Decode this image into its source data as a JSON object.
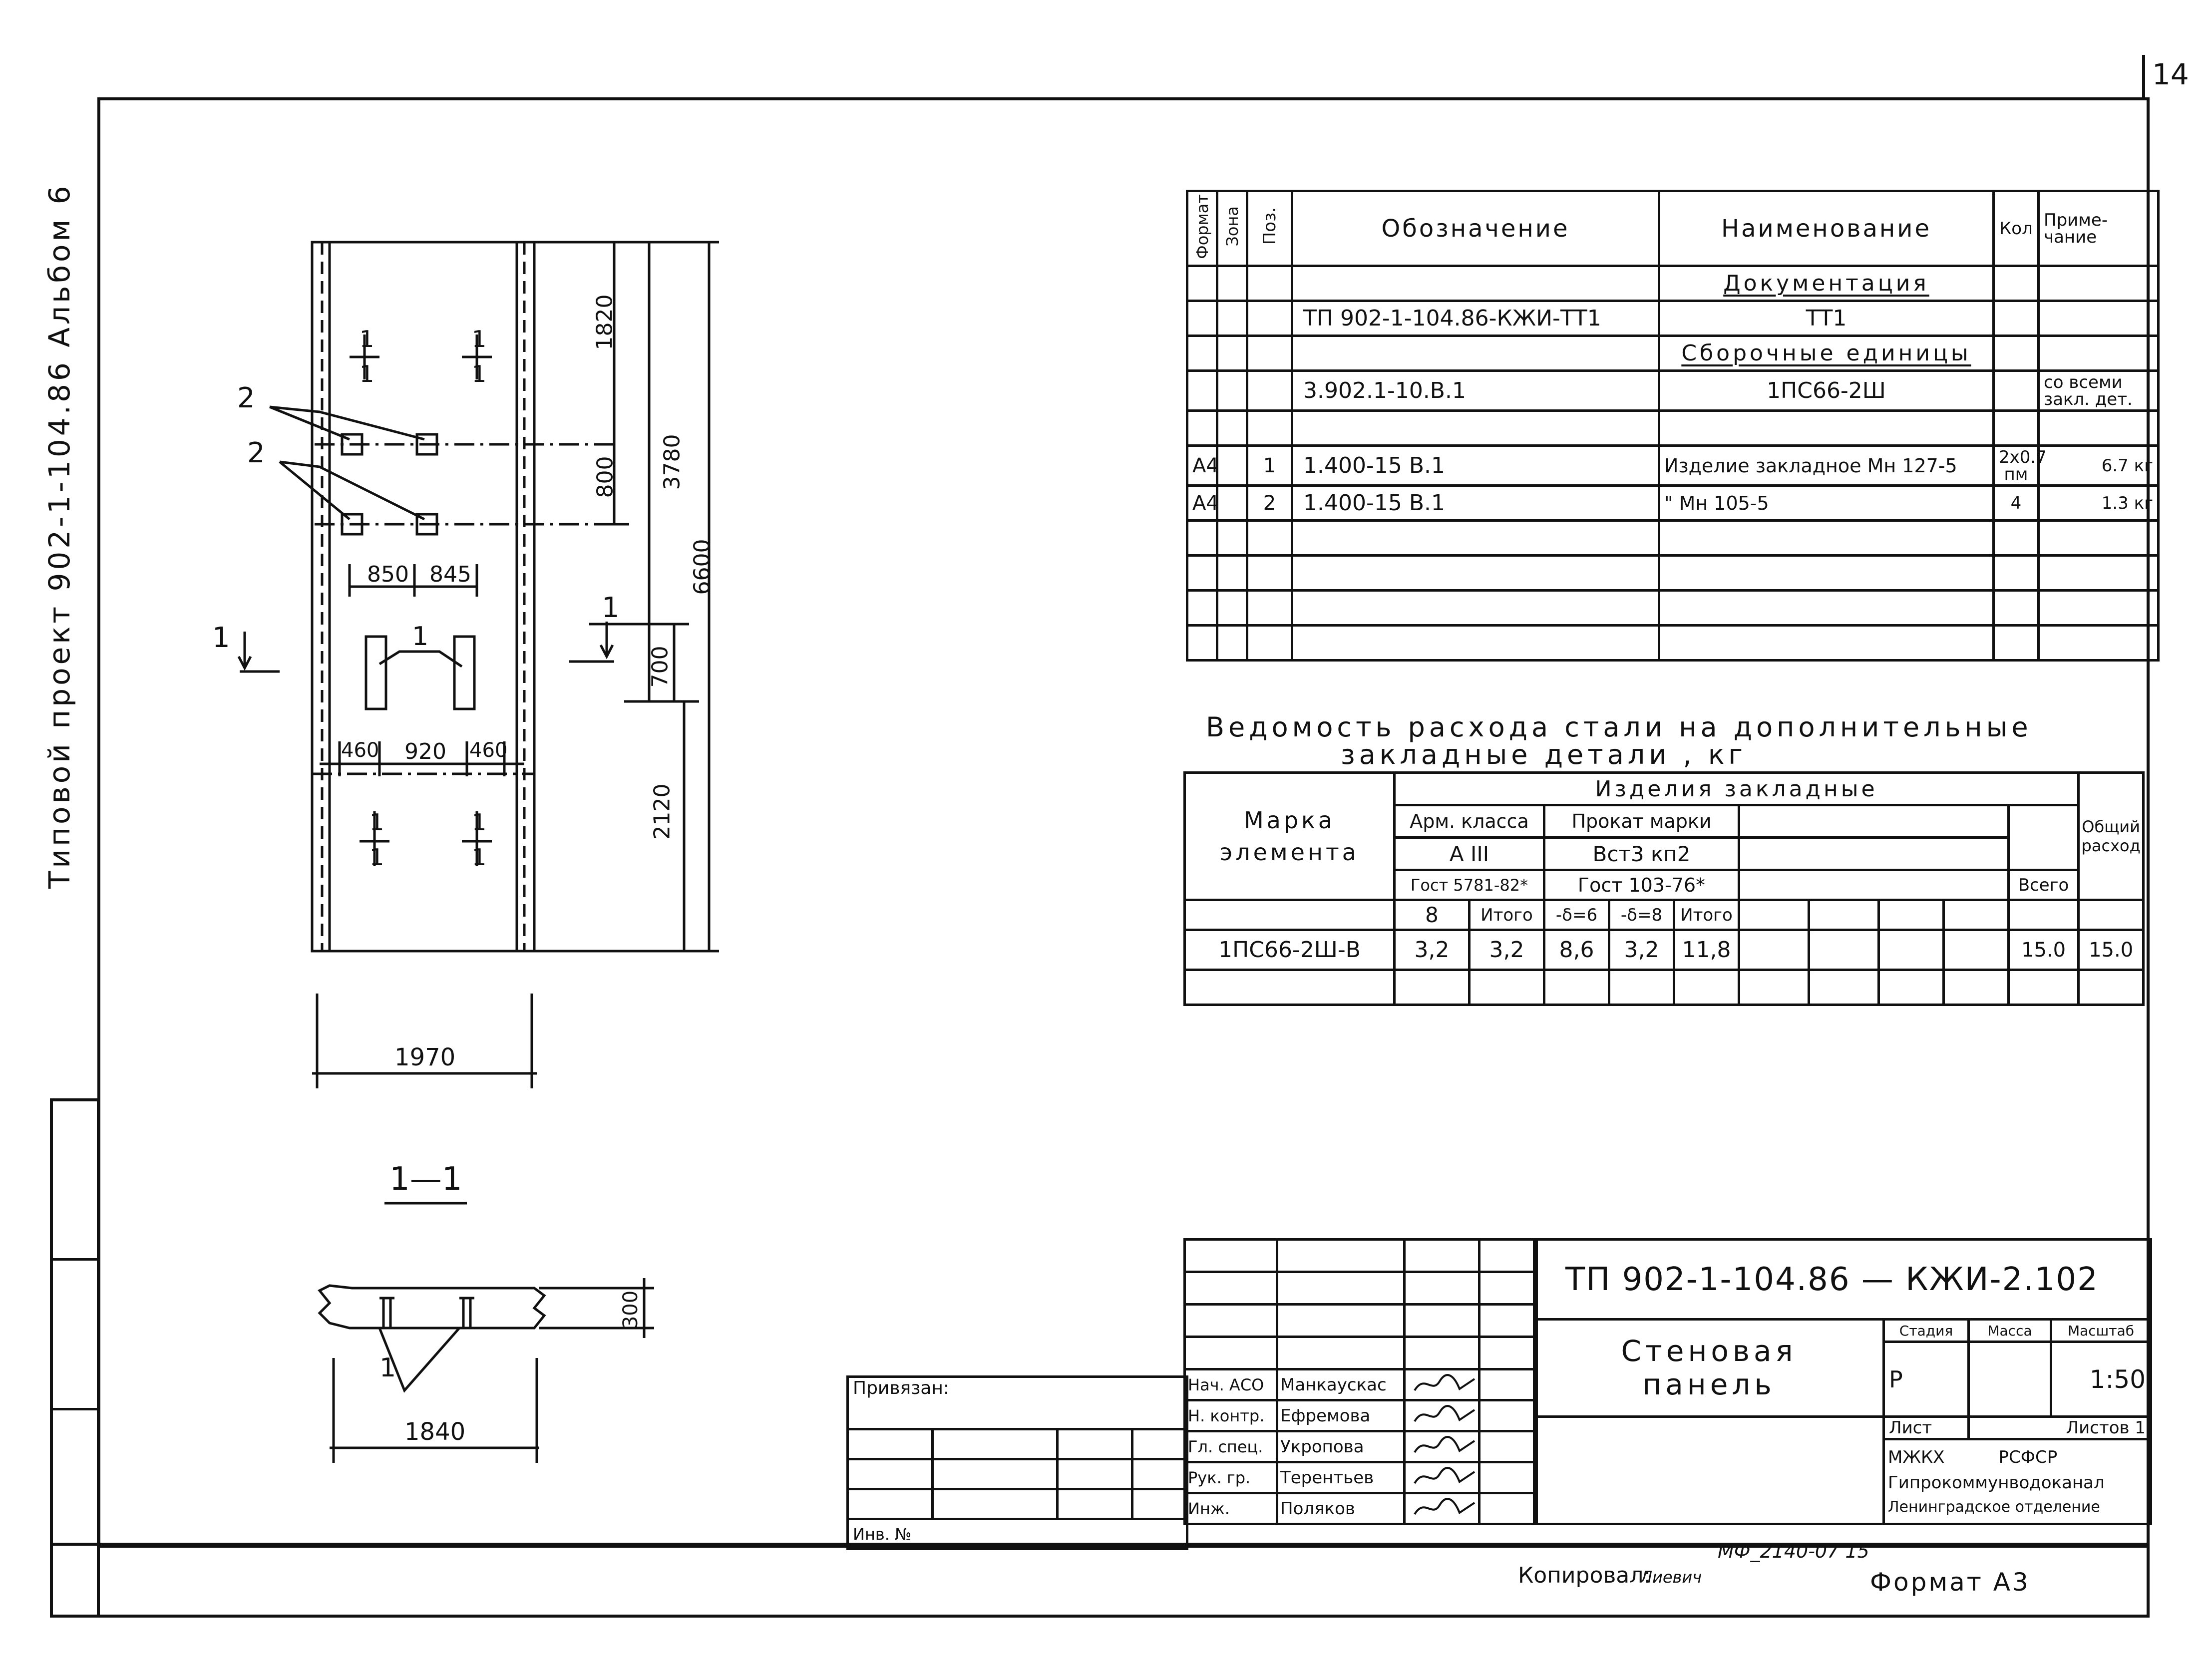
{
  "page_number": "14",
  "side_text": "Типовой проект 902-1-104.86   Альбом 6",
  "drawing": {
    "dims": {
      "d1820": "1820",
      "d800": "800",
      "d3780": "3780",
      "d6600": "6600",
      "d850": "850",
      "d845": "845",
      "d700": "700",
      "d460a": "460",
      "d920": "920",
      "d460b": "460",
      "d2120": "2120",
      "d1970": "1970",
      "d300": "300",
      "d1840": "1840"
    },
    "labels": {
      "pos2a": "2",
      "pos2b": "2",
      "pos1": "1",
      "pos1_section": "1",
      "cut_left": "1",
      "cut_right": "1",
      "sec_a_top": "1",
      "sec_a_bot": "1",
      "sec_b_top": "1",
      "sec_b_bot": "1",
      "sec_c_top": "1",
      "sec_c_bot": "1",
      "sec_d_top": "1",
      "sec_d_bot": "1"
    },
    "section_title": "1—1"
  },
  "spec_table": {
    "headers": {
      "format": "Формат",
      "zone": "Зона",
      "pos": "Поз.",
      "designation": "Обозначение",
      "name": "Наименование",
      "qty": "Кол",
      "note": "Приме-\nчание"
    },
    "rows": [
      {
        "format": "",
        "zone": "",
        "pos": "",
        "designation": "",
        "name": "Документация",
        "qty": "",
        "note": ""
      },
      {
        "format": "",
        "zone": "",
        "pos": "",
        "designation": "ТП 902-1-104.86-КЖИ-ТТ1",
        "name": "ТТ1",
        "qty": "",
        "note": ""
      },
      {
        "format": "",
        "zone": "",
        "pos": "",
        "designation": "",
        "name": "Сборочные единицы",
        "qty": "",
        "note": ""
      },
      {
        "format": "",
        "zone": "",
        "pos": "",
        "designation": "3.902.1-10.В.1",
        "name": "1ПС66-2Ш",
        "qty": "",
        "note": "со всеми\nзакл. дет."
      },
      {
        "format": "",
        "zone": "",
        "pos": "",
        "designation": "",
        "name": "",
        "qty": "",
        "note": ""
      },
      {
        "format": "А4",
        "zone": "",
        "pos": "1",
        "designation": "1.400-15 В.1",
        "name": "Изделие закладное Мн 127-5",
        "qty": "2х0.7\nпм",
        "note": "6.7 кг"
      },
      {
        "format": "А4",
        "zone": "",
        "pos": "2",
        "designation": "1.400-15 В.1",
        "name": "\"        Мн 105-5",
        "qty": "4",
        "note": "1.3 кг"
      },
      {
        "format": "",
        "zone": "",
        "pos": "",
        "designation": "",
        "name": "",
        "qty": "",
        "note": ""
      },
      {
        "format": "",
        "zone": "",
        "pos": "",
        "designation": "",
        "name": "",
        "qty": "",
        "note": ""
      },
      {
        "format": "",
        "zone": "",
        "pos": "",
        "designation": "",
        "name": "",
        "qty": "",
        "note": ""
      },
      {
        "format": "",
        "zone": "",
        "pos": "",
        "designation": "",
        "name": "",
        "qty": "",
        "note": ""
      }
    ]
  },
  "steel": {
    "title1": "Ведомость расхода стали на дополнительные",
    "title2": "закладные детали , кг",
    "mark_header": "Марка элемента",
    "products_header": "Изделия закладные",
    "arm_class": "Арм. класса",
    "arm_grade": "А III",
    "arm_gost": "Гост 5781-82*",
    "prokat": "Прокат марки",
    "prokat_grade": "Вст3 кп2",
    "prokat_gost": "Гост 103-76*",
    "col_8": "8",
    "col_itogo1": "Итого",
    "col_d6": "-δ=6",
    "col_d8": "-δ=8",
    "col_itogo2": "Итого",
    "col_total": "Всего",
    "col_general": "Общий расход",
    "row_mark": "1ПС66-2Ш-В",
    "row_values": [
      "3,2",
      "3,2",
      "8,6",
      "3,2",
      "11,8"
    ],
    "row_total": "15.0",
    "row_general": "15.0"
  },
  "stamp": {
    "code": "ТП 902-1-104.86 — КЖИ-2.102",
    "title": "Стеновая\nпанель",
    "stage_h": "Стадия",
    "mass_h": "Масса",
    "scale_h": "Масштаб",
    "stage": "Р",
    "mass": "",
    "scale": "1:50",
    "sheet": "Лист",
    "sheets": "Листов  1",
    "org1": "МЖКХ          РСФСР",
    "org2": "Гипрокоммунводоканал",
    "org3": "Ленинградское отделение",
    "roles": [
      "Нач. АСО",
      "Н. контр.",
      "Гл. спец.",
      "Рук. гр.",
      "Инж."
    ],
    "names": [
      "Манкаускас",
      "Ефремова",
      "Укропова",
      "Терентьев",
      "Поляков"
    ],
    "privyazan": "Привязан:",
    "inv": "Инв. №"
  },
  "footer": {
    "copied": "Копировал:",
    "copied_sign": "Лиевич",
    "mf": "МФ_2140-07 15",
    "format": "Формат  А3"
  }
}
